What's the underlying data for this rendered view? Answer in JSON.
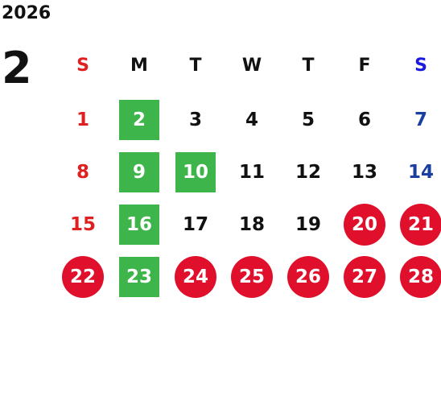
{
  "year": "2026",
  "month": "2",
  "colors": {
    "sunday": "#e02020",
    "saturday": "#1a3fa0",
    "saturday_header": "#1a1ae0",
    "weekday": "#111111",
    "highlight_green": "#3db54a",
    "highlight_red": "#e0102c"
  },
  "weekdays": [
    {
      "label": "S",
      "kind": "sunday"
    },
    {
      "label": "M",
      "kind": "weekday"
    },
    {
      "label": "T",
      "kind": "weekday"
    },
    {
      "label": "W",
      "kind": "weekday"
    },
    {
      "label": "T",
      "kind": "weekday"
    },
    {
      "label": "F",
      "kind": "weekday"
    },
    {
      "label": "S",
      "kind": "saturday_header"
    }
  ],
  "weeks": [
    [
      {
        "day": "1",
        "style": "sunday"
      },
      {
        "day": "2",
        "style": "green"
      },
      {
        "day": "3",
        "style": "weekday"
      },
      {
        "day": "4",
        "style": "weekday"
      },
      {
        "day": "5",
        "style": "weekday"
      },
      {
        "day": "6",
        "style": "weekday"
      },
      {
        "day": "7",
        "style": "saturday"
      }
    ],
    [
      {
        "day": "8",
        "style": "sunday"
      },
      {
        "day": "9",
        "style": "green"
      },
      {
        "day": "10",
        "style": "green"
      },
      {
        "day": "11",
        "style": "weekday"
      },
      {
        "day": "12",
        "style": "weekday"
      },
      {
        "day": "13",
        "style": "weekday"
      },
      {
        "day": "14",
        "style": "saturday"
      }
    ],
    [
      {
        "day": "15",
        "style": "sunday"
      },
      {
        "day": "16",
        "style": "green"
      },
      {
        "day": "17",
        "style": "weekday"
      },
      {
        "day": "18",
        "style": "weekday"
      },
      {
        "day": "19",
        "style": "weekday"
      },
      {
        "day": "20",
        "style": "red"
      },
      {
        "day": "21",
        "style": "red"
      }
    ],
    [
      {
        "day": "22",
        "style": "red"
      },
      {
        "day": "23",
        "style": "green"
      },
      {
        "day": "24",
        "style": "red"
      },
      {
        "day": "25",
        "style": "red"
      },
      {
        "day": "26",
        "style": "red"
      },
      {
        "day": "27",
        "style": "red"
      },
      {
        "day": "28",
        "style": "red"
      }
    ]
  ]
}
